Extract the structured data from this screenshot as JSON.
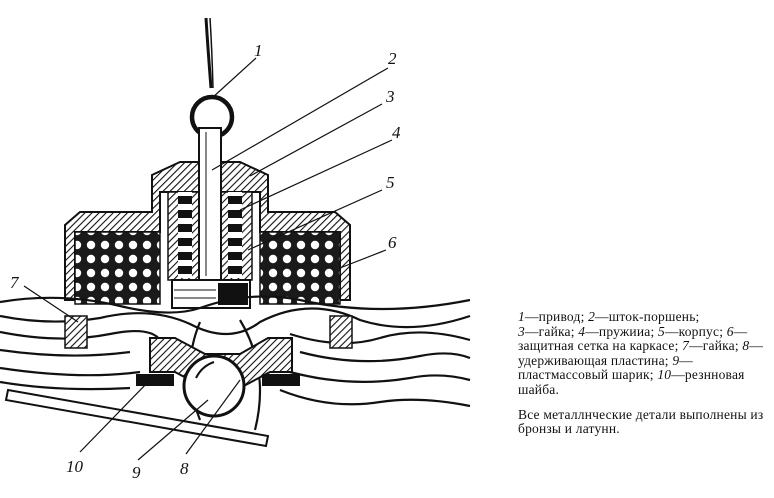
{
  "labels": {
    "l1": "1",
    "l2": "2",
    "l3": "3",
    "l4": "4",
    "l5": "5",
    "l6": "6",
    "l7": "7",
    "l8": "8",
    "l9": "9",
    "l10": "10"
  },
  "legend": [
    {
      "n": "1",
      "t": "—привод; "
    },
    {
      "n": "2",
      "t": "—шток-поршень; "
    },
    {
      "n": "3",
      "t": "—гайка; "
    },
    {
      "n": "4",
      "t": "—пружииа; "
    },
    {
      "n": "5",
      "t": "—корпус; "
    },
    {
      "n": "6",
      "t": "—защитная сетка на каркасе; "
    },
    {
      "n": "7",
      "t": "—гайка; "
    },
    {
      "n": "8",
      "t": "—удерживающая пластина; "
    },
    {
      "n": "9",
      "t": "—пластмассовый шарик; "
    },
    {
      "n": "10",
      "t": "—резнновая шайба."
    }
  ],
  "note": "Все металлнческие детали выполнены из бронзы и латунн."
}
